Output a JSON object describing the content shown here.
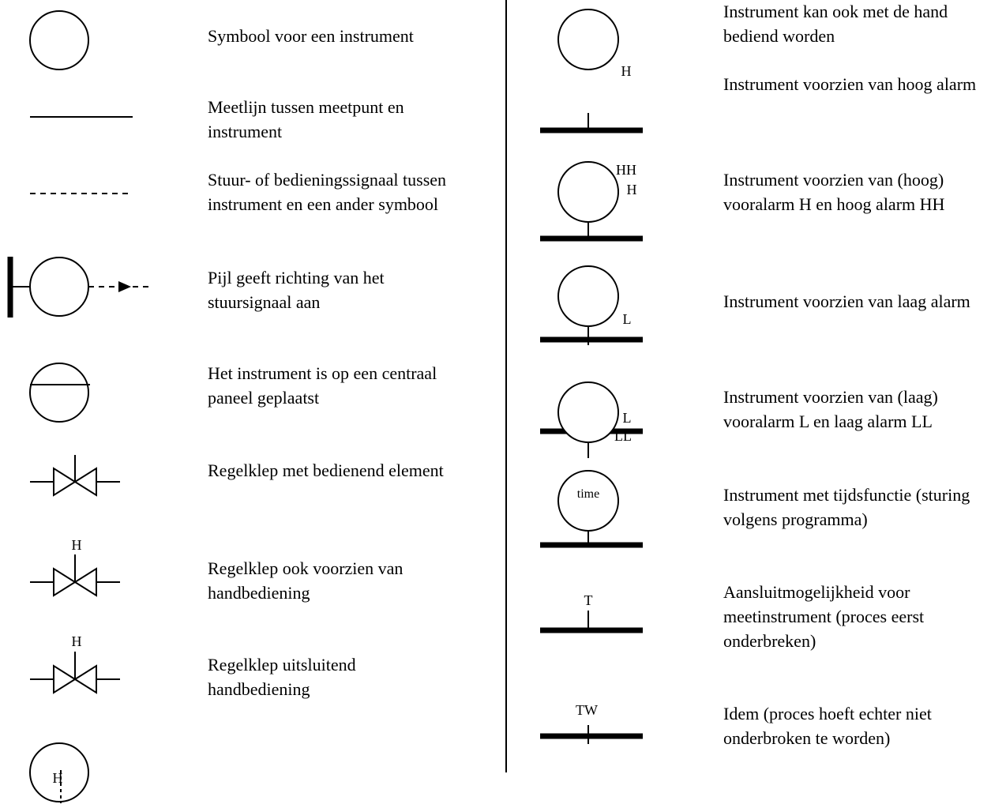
{
  "left_column": [
    {
      "symbol": "instrument-circle",
      "description": "Symbool voor een instrument"
    },
    {
      "symbol": "measurement-line",
      "description": "Meetlijn tussen meetpunt en instrument"
    },
    {
      "symbol": "control-signal-dashed-line",
      "description": "Stuur- of bedieningssignaal tussen instrument en een ander symbool"
    },
    {
      "symbol": "signal-direction-arrow",
      "description": "Pijl geeft richting van het stuursignaal aan"
    },
    {
      "symbol": "panel-mounted-instrument",
      "description": "Het instrument is op een centraal paneel geplaatst"
    },
    {
      "symbol": "control-valve-actuator",
      "description": "Regelklep met bedienend element"
    },
    {
      "symbol": "control-valve-manual",
      "description": "Regelklep ook voorzien van handbediening",
      "label": "H"
    },
    {
      "symbol": "control-valve-manual-only",
      "description": "Regelklep uitsluitend handbediening",
      "label": "H"
    },
    {
      "symbol": "hand-operated-instrument",
      "label": "H"
    }
  ],
  "right_column": [
    {
      "symbol": "instrument-hand-operated",
      "description": "Instrument kan ook met de hand bediend worden",
      "label": "H"
    },
    {
      "symbol": "instrument-high-alarm",
      "description": "Instrument voorzien van hoog alarm"
    },
    {
      "symbol": "instrument-high-high-alarm",
      "description": "Instrument voorzien van (hoog) vooralarm H en hoog alarm HH",
      "label_1": "HH",
      "label_2": "H"
    },
    {
      "symbol": "instrument-low-alarm",
      "description": "Instrument voorzien van laag alarm",
      "label": "L"
    },
    {
      "symbol": "instrument-low-low-alarm",
      "description": "Instrument voorzien van (laag) vooralarm L en laag alarm LL",
      "label_1": "L",
      "label_2": "LL"
    },
    {
      "symbol": "instrument-time-function",
      "description": "Instrument met tijdsfunctie (sturing volgens programma)",
      "label": "time"
    },
    {
      "symbol": "test-connection",
      "description": "Aansluitmogelijkheid voor meetinstrument (proces eerst onderbreken)",
      "label": "T"
    },
    {
      "symbol": "test-well-connection",
      "description": "Idem (proces hoeft echter niet onderbroken te worden)",
      "label": "TW"
    }
  ]
}
